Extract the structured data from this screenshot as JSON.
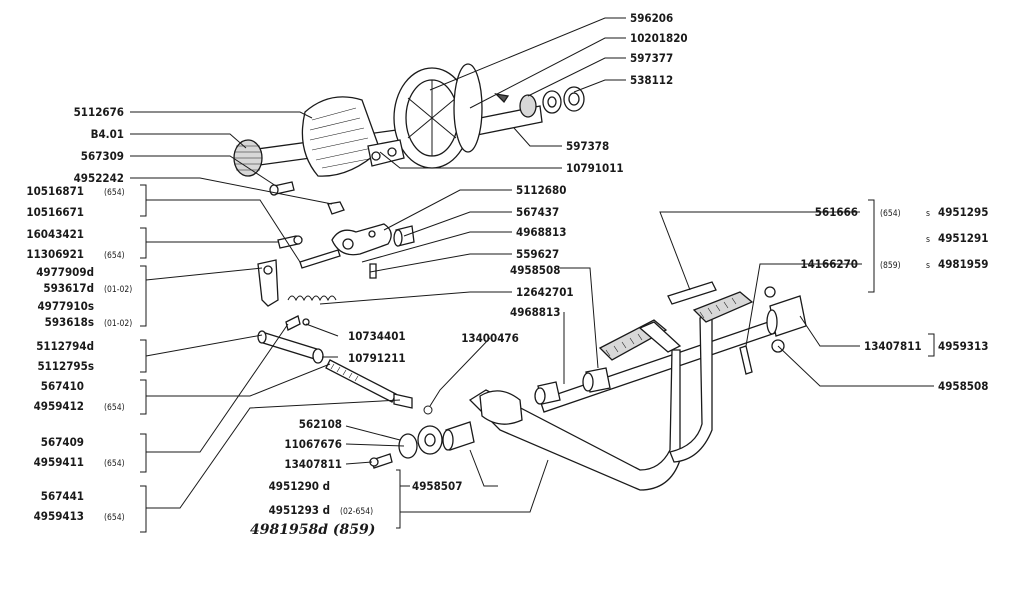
{
  "colors": {
    "ink": "#1a1a1a",
    "paper": "#ffffff",
    "shade": "#d8d8d8"
  },
  "labels": {
    "p596206": "596206",
    "p10201820": "10201820",
    "p597377": "597377",
    "p538112": "538112",
    "p5112676": "5112676",
    "pB401": "B4.01",
    "p567309": "567309",
    "p4952242": "4952242",
    "p10516871": "10516871",
    "p10516671": "10516671",
    "p16043421": "16043421",
    "p11306921": "11306921",
    "p4977909d": "4977909d",
    "p593617d": "593617d",
    "p4977910s": "4977910s",
    "p593618s": "593618s",
    "p5112794d": "5112794d",
    "p5112795s": "5112795s",
    "p567410": "567410",
    "p4959412": "4959412",
    "p567409": "567409",
    "p4959411": "4959411",
    "p567441": "567441",
    "p4959413": "4959413",
    "p597378": "597378",
    "p10791011": "10791011",
    "p5112680": "5112680",
    "p567437": "567437",
    "p4968813a": "4968813",
    "p559627": "559627",
    "p4958508top": "4958508",
    "p12642701": "12642701",
    "p4968813b": "4968813",
    "p10734401": "10734401",
    "p13400476": "13400476",
    "p10791211": "10791211",
    "p562108": "562108",
    "p11067676": "11067676",
    "p13407811a": "13407811",
    "p4951290": "4951290 d",
    "p4951293": "4951293 d",
    "p4958507": "4958507",
    "p4981958": "4981958d (859)",
    "p561666": "561666",
    "p4951295": "4951295",
    "p4951291": "4951291",
    "p14166270": "14166270",
    "p4981959": "4981959",
    "p13407811b": "13407811",
    "p4959313": "4959313",
    "p4958508right": "4958508"
  },
  "notes": {
    "n654a": "(654)",
    "n654b": "(654)",
    "n0102a": "(01-02)",
    "n0102b": "(01-02)",
    "n654c": "(654)",
    "n654d": "(654)",
    "n654e": "(654)",
    "n02654": "(02-654)",
    "n654f": "(654)",
    "n859": "(859)",
    "s1": "s",
    "s2": "s",
    "s3": "s"
  }
}
